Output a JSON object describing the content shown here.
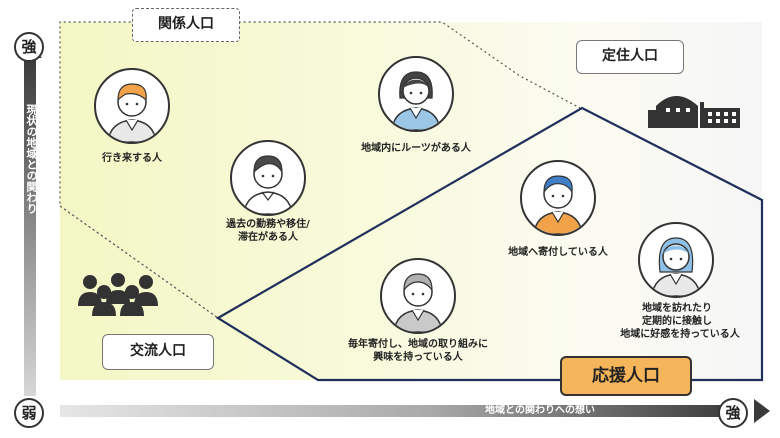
{
  "axes": {
    "vertical_label": "現状の地域との関わり",
    "horizontal_label": "地域との関わりへの想い",
    "v_top": "強",
    "v_bottom": "弱",
    "h_right": "強"
  },
  "groups": {
    "kankei": "関係人口",
    "teiju": "定住人口",
    "koryu": "交流人口",
    "ouen": "応援人口"
  },
  "colors": {
    "highlight": "#f5b55a",
    "outline": "#1f2e5a",
    "panel": "#f3f7c4"
  },
  "people": [
    {
      "caption": "行き来する人"
    },
    {
      "caption": "過去の勤務や移住/"
    },
    {
      "caption": "滞在がある人"
    },
    {
      "caption": "地域内にルーツがある人"
    },
    {
      "caption": "地域へ寄付している人"
    },
    {
      "caption": "毎年寄付し、地域の取り組みに"
    },
    {
      "caption": "興味を持っている人"
    },
    {
      "caption": "地域を訪れたり"
    },
    {
      "caption": "定期的に接触し"
    },
    {
      "caption": "地域に好感を持っている人"
    }
  ],
  "icons": [
    "crowd-icon",
    "town-icon"
  ]
}
